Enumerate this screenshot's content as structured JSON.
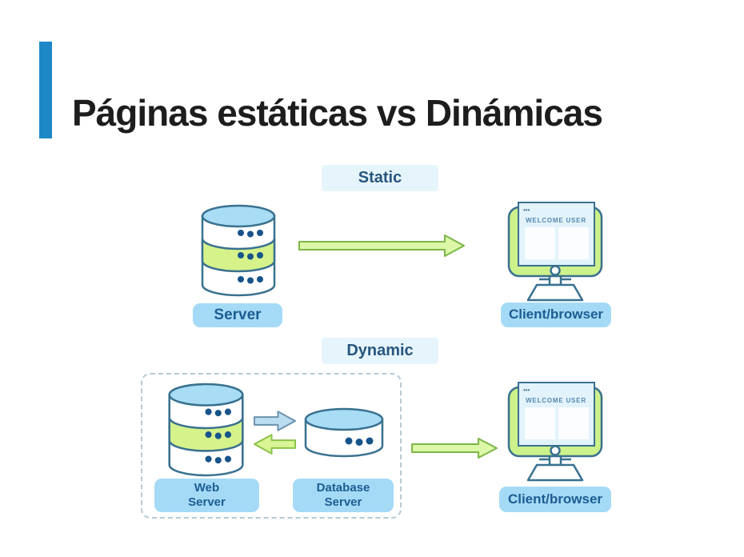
{
  "slide": {
    "title": "Páginas estáticas vs Dinámicas"
  },
  "static_section": {
    "badge": "Static",
    "server": {
      "label": "Server"
    },
    "client": {
      "label": "Client/browser",
      "screen_title": "WELCOME USER",
      "screen_dots": "•••"
    }
  },
  "dynamic_section": {
    "badge": "Dynamic",
    "web_server": {
      "label_line1": "Web",
      "label_line2": "Server"
    },
    "database_server": {
      "label_line1": "Database",
      "label_line2": "Server"
    },
    "client": {
      "label": "Client/browser",
      "screen_title": "WELCOME USER",
      "screen_dots": "•••"
    }
  },
  "colors": {
    "accent_bar": "#1e88c7",
    "chip_bg": "#a5daf6",
    "chip_text": "#1b5d92",
    "badge_bg": "#e6f5fc",
    "badge_text": "#27567e",
    "outline": "#39718f",
    "cylinder_top": "#a9ddf6",
    "green_band": "#d6f28b",
    "monitor_frame": "#cdf18b",
    "arrow_green_fill": "#dcf7a8",
    "arrow_green_stroke": "#7cb648",
    "arrow_blue_fill": "#bcdcf0",
    "arrow_blue_stroke": "#6b93ad",
    "dot_color": "#17548a"
  }
}
